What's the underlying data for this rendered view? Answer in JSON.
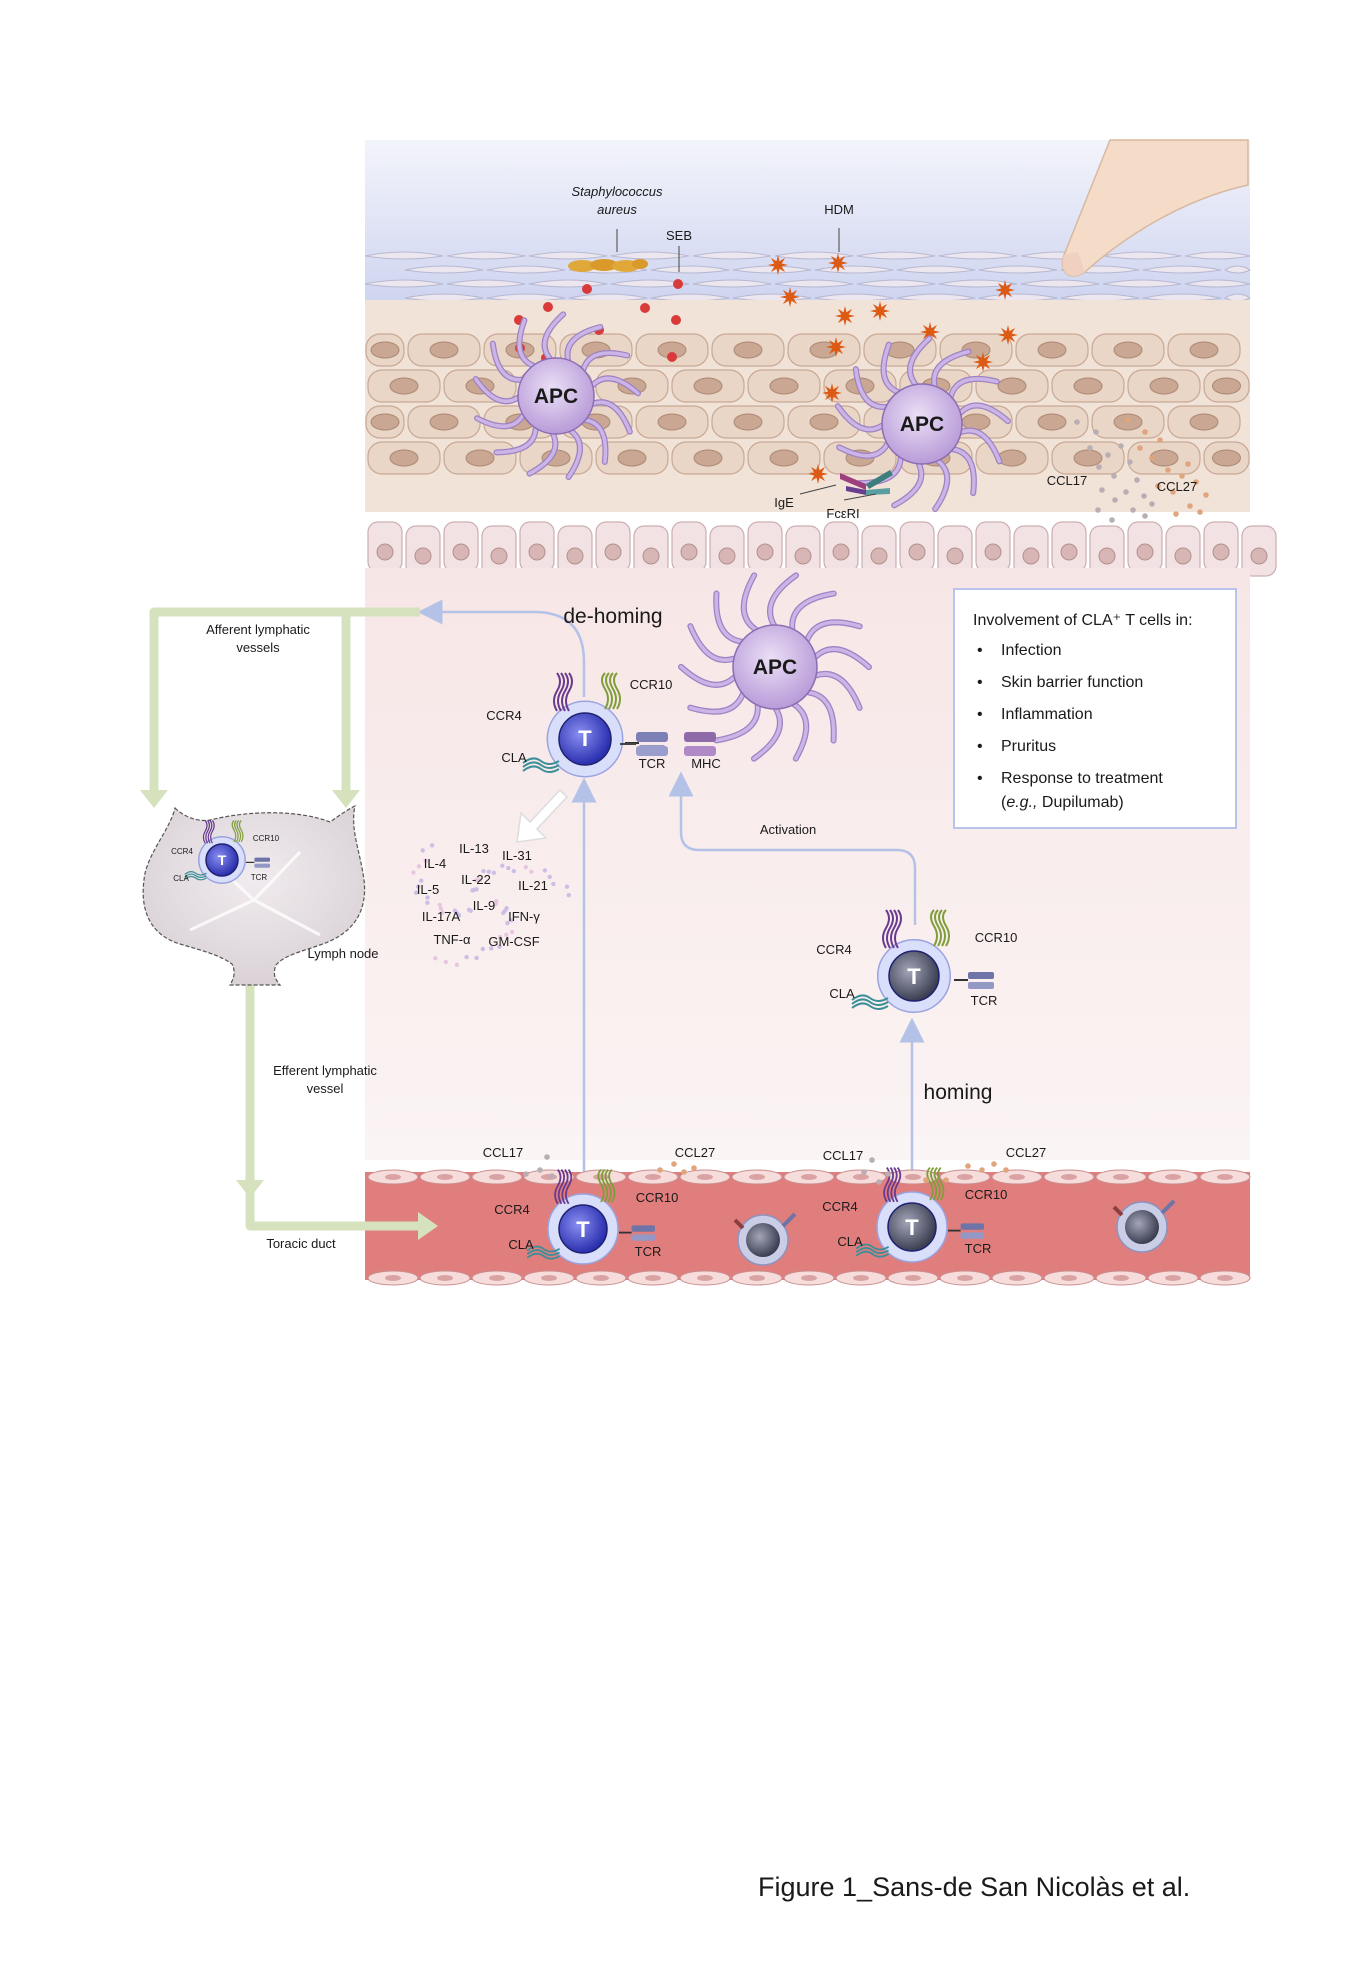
{
  "caption": "Figure 1_Sans-de San Nicolàs et al.",
  "skin_labels": {
    "bacteria_line1": "Staphylococcus",
    "bacteria_line2": "aureus",
    "seb": "SEB",
    "hdm": "HDM",
    "apc": "APC",
    "ige": "IgE",
    "fceri": "FcεRI",
    "ccl17": "CCL17",
    "ccl27": "CCL27"
  },
  "dermis_labels": {
    "dehoming": "de-homing",
    "homing": "homing",
    "activation": "Activation",
    "tcr": "TCR",
    "mhc": "MHC",
    "ccr4": "CCR4",
    "ccr10": "CCR10",
    "cla": "CLA",
    "t": "T"
  },
  "cytokines": [
    "IL-13",
    "IL-4",
    "IL-31",
    "IL-22",
    "IL-5",
    "IL-21",
    "IL-9",
    "IL-17A",
    "IFN-γ",
    "TNF-α",
    "GM-CSF"
  ],
  "vessel_labels": {
    "ccl17": "CCL17",
    "ccl27": "CCL27",
    "ccr4": "CCR4",
    "ccr10": "CCR10",
    "cla": "CLA",
    "tcr": "TCR",
    "t": "T"
  },
  "lymph_labels": {
    "afferent_line1": "Afferent lymphatic",
    "afferent_line2": "vessels",
    "lymph_node": "Lymph node",
    "efferent_line1": "Efferent lymphatic",
    "efferent_line2": "vessel",
    "toracic_duct": "Toracic duct",
    "ccr4": "CCR4",
    "ccr10": "CCR10",
    "cla": "CLA",
    "tcr": "TCR",
    "t": "T"
  },
  "info_box": {
    "title": "Involvement of CLA⁺ T cells in:",
    "items": [
      "Infection",
      "Skin barrier function",
      "Inflammation",
      "Pruritus",
      "Response to treatment"
    ],
    "sub_prefix": "(",
    "sub_italic": "e.g.,",
    "sub_rest": " Dupilumab)"
  },
  "colors": {
    "stratum_corneum": "#dfe3f5",
    "keratinocyte": "#e8d5c6",
    "dermis": "#f7eaea",
    "vessel": "#e08080",
    "t_cell_active": "#3a3fc8",
    "t_cell_naive": "#5e6178",
    "apc": "#c9b3e4",
    "lymph_arrow": "#d6e2be",
    "flow_arrow": "#b5c2e8"
  }
}
